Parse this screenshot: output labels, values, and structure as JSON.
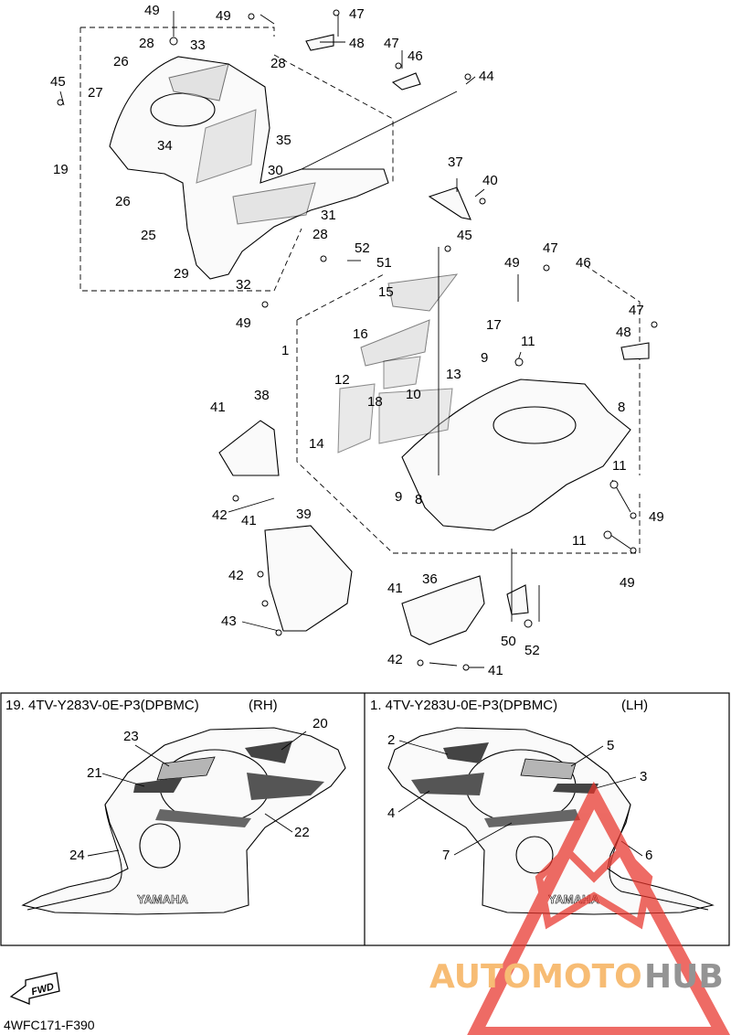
{
  "diagram": {
    "labels": {
      "l49a": "49",
      "l49b": "49",
      "l47a": "47",
      "l48a": "48",
      "l28a": "28",
      "l33": "33",
      "l47b": "47",
      "l26a": "26",
      "l28b": "28",
      "l46a": "46",
      "l45a": "45",
      "l27": "27",
      "l44": "44",
      "l34": "34",
      "l35": "35",
      "l19": "19",
      "l30": "30",
      "l37": "37",
      "l40": "40",
      "l26b": "26",
      "l25": "25",
      "l31": "31",
      "l28c": "28",
      "l45b": "45",
      "l52a": "52",
      "l51": "51",
      "l29": "29",
      "l32": "32",
      "l49c": "49",
      "l49d": "49",
      "l47c": "47",
      "l46b": "46",
      "l15": "15",
      "l17": "17",
      "l1": "1",
      "l47d": "47",
      "l48b": "48",
      "l16": "16",
      "l11a": "11",
      "l9a": "9",
      "l12": "12",
      "l18": "18",
      "l10": "10",
      "l13": "13",
      "l38": "38",
      "l8a": "8",
      "l41a": "41",
      "l14": "14",
      "l9b": "9",
      "l8b": "8",
      "l11b": "11",
      "l49e": "49",
      "l42a": "42",
      "l41b": "41",
      "l39": "39",
      "l11c": "11",
      "l49f": "49",
      "l42b": "42",
      "l36": "36",
      "l41c": "41",
      "l43": "43",
      "l50": "50",
      "l52b": "52",
      "l42c": "42",
      "l41d": "41"
    },
    "panel_rh": {
      "header": "19. 4TV-Y283V-0E-P3(DPBMC)",
      "side": "(RH)",
      "callouts": {
        "c23": "23",
        "c20": "20",
        "c21": "21",
        "c22": "22",
        "c24": "24"
      },
      "logo": "YAMAHA"
    },
    "panel_lh": {
      "header": "1. 4TV-Y283U-0E-P3(DPBMC)",
      "side": "(LH)",
      "callouts": {
        "c2": "2",
        "c5": "5",
        "c3": "3",
        "c4": "4",
        "c7": "7",
        "c6": "6"
      },
      "logo": "YAMAHA"
    },
    "fwd_label": "FWD",
    "figure_code": "4WFC171-F390",
    "watermark": {
      "text_part1": "AUTOMOTO",
      "text_part2": "HUB"
    },
    "colors": {
      "watermark_red": "#e8332a",
      "watermark_orange": "#f4a340",
      "watermark_gray": "#6b6b6b",
      "decal_gray": "#9a9a9a"
    }
  }
}
